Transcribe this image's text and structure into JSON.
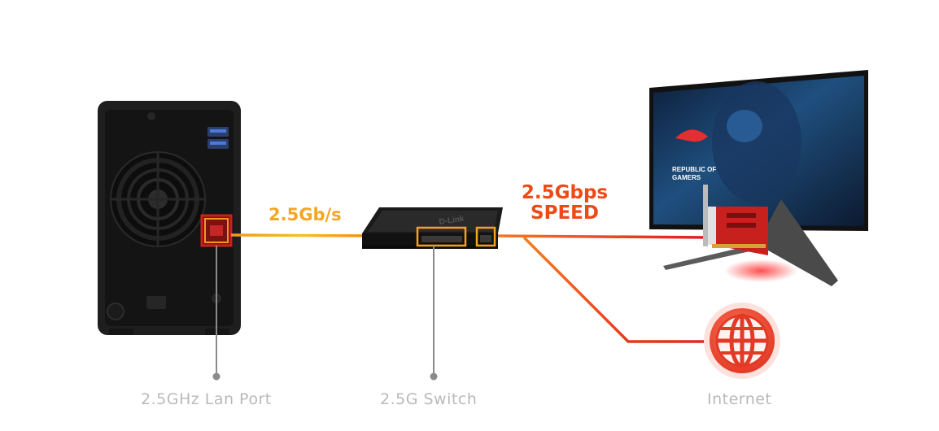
{
  "labels": {
    "link_speed": "2.5Gb/s",
    "speed_line1": "2.5Gbps",
    "speed_line2": "SPEED",
    "nas_port": "2.5GHz Lan Port",
    "switch": "2.5G Switch",
    "internet": "Internet",
    "monitor_logo_line1": "REPUBLIC OF",
    "monitor_logo_line2": "GAMERS",
    "switch_brand": "D-Link"
  },
  "colors": {
    "link_orange": "#f5a623",
    "speed_red": "#ee4a17",
    "caption_gray": "#b9b9b9",
    "highlight_red": "#d21f1f",
    "highlight_orange": "#f7a11a"
  },
  "icons": {
    "nas": "nas-device-icon",
    "switch": "network-switch-icon",
    "monitor": "gaming-monitor-icon",
    "nic": "network-card-icon",
    "internet": "globe-icon"
  }
}
